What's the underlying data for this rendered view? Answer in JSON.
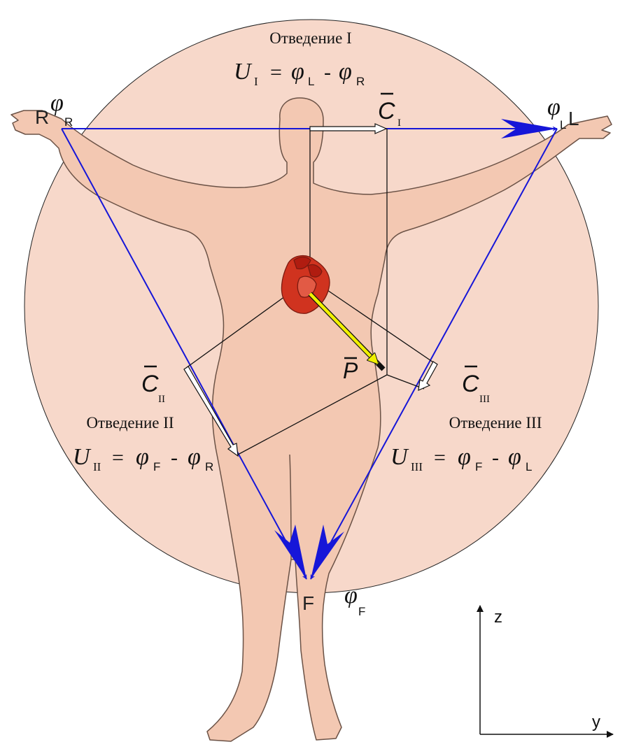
{
  "colors": {
    "circle_fill": "#f7d8ca",
    "body_fill": "#f3c8b2",
    "body_stroke": "#8a6a5a",
    "triangle_stroke": "#1616d8",
    "heart_fill": "#d0331f",
    "heart_dark": "#b01c10",
    "vector_p": "#f0f000",
    "line_black": "#111111",
    "projection_arrow": "#ffffff"
  },
  "icons": {
    "heart": "heart-icon",
    "axis_z": "arrow-up-icon",
    "axis_y": "arrow-right-icon"
  },
  "lead1": {
    "title": "Отведение I",
    "u": "U",
    "u_sub": "I",
    "eq": "=",
    "phi1": "φ",
    "phi1_sub": "L",
    "minus": "-",
    "phi2": "φ",
    "phi2_sub": "R"
  },
  "lead2": {
    "title": "Отведение II",
    "u": "U",
    "u_sub": "II",
    "eq": "=",
    "phi1": "φ",
    "phi1_sub": "F",
    "minus": "-",
    "phi2": "φ",
    "phi2_sub": "R"
  },
  "lead3": {
    "title": "Отведение III",
    "u": "U",
    "u_sub": "III",
    "eq": "=",
    "phi1": "φ",
    "phi1_sub": "F",
    "minus": "-",
    "phi2": "φ",
    "phi2_sub": "L"
  },
  "electrodes": {
    "R": "R",
    "L": "L",
    "F": "F",
    "phi": "φ",
    "phi_R_sub": "R",
    "phi_L_sub": "L",
    "phi_F_sub": "F"
  },
  "projections": {
    "c": "C",
    "c1_sub": "I",
    "c2_sub": "II",
    "c3_sub": "III",
    "p": "P"
  },
  "axes": {
    "z": "z",
    "y": "y"
  }
}
